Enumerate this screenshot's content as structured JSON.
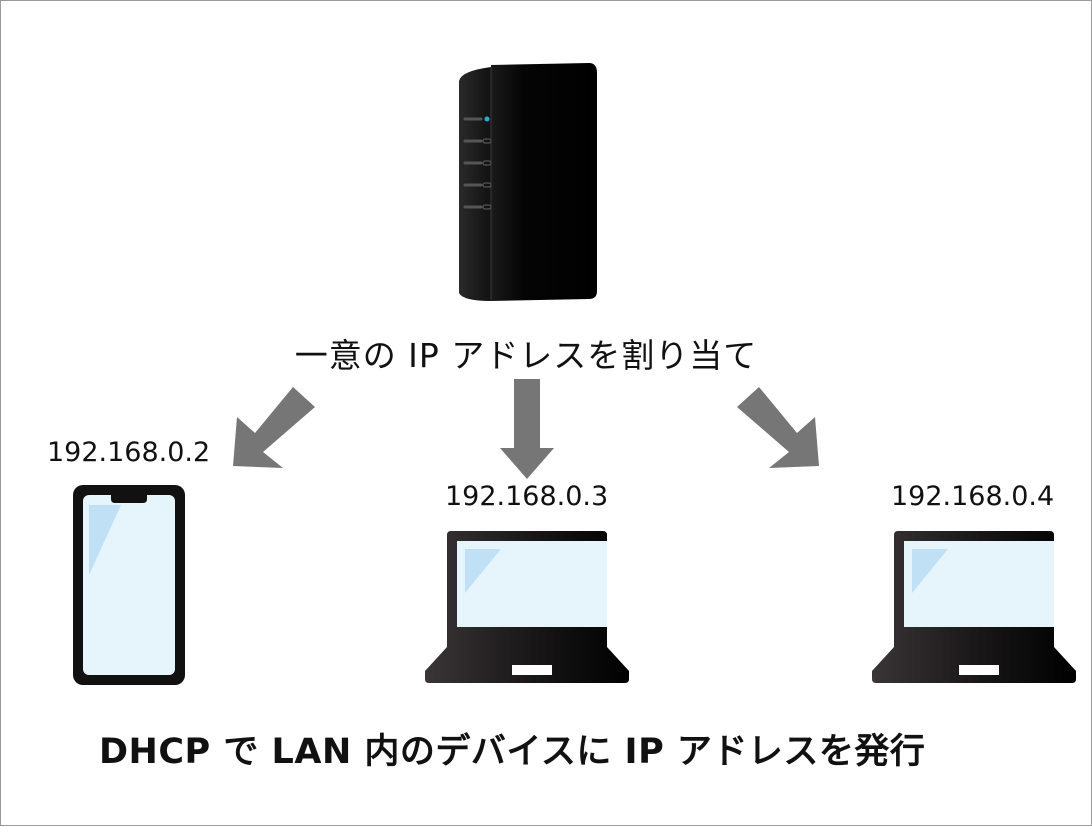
{
  "diagram": {
    "router_label": "一意の IP アドレスを割り当て",
    "devices": [
      {
        "type": "smartphone",
        "ip": "192.168.0.2"
      },
      {
        "type": "laptop",
        "ip": "192.168.0.3"
      },
      {
        "type": "laptop",
        "ip": "192.168.0.4"
      }
    ],
    "caption": "DHCP で LAN 内のデバイスに IP アドレスを発行",
    "colors": {
      "arrow": "#767676",
      "screen": "#e6f4fc",
      "screen_glare": "#bfe0f5",
      "device_body": "#111111",
      "led": "#2aa8e0"
    }
  }
}
